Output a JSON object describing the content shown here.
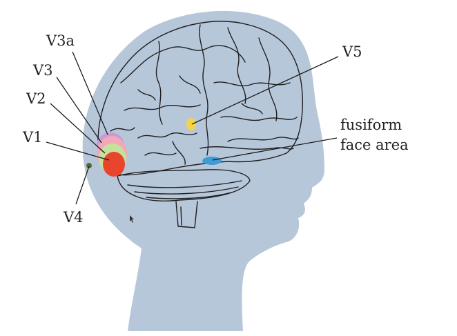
{
  "diagram": {
    "labels": {
      "v3a": "V3a",
      "v3": "V3",
      "v2": "V2",
      "v1": "V1",
      "v4": "V4",
      "v5": "V5",
      "ffa_line1": "fusiform",
      "ffa_line2": "face area"
    },
    "colors": {
      "head": "#b7c7da",
      "v1": "#e8452c",
      "v2": "#c6e29a",
      "v3": "#f1a8b8",
      "v3a": "#c89ad6",
      "v4": "#556b2f",
      "v5": "#f4d34a",
      "ffa": "#3f9bd3"
    }
  }
}
